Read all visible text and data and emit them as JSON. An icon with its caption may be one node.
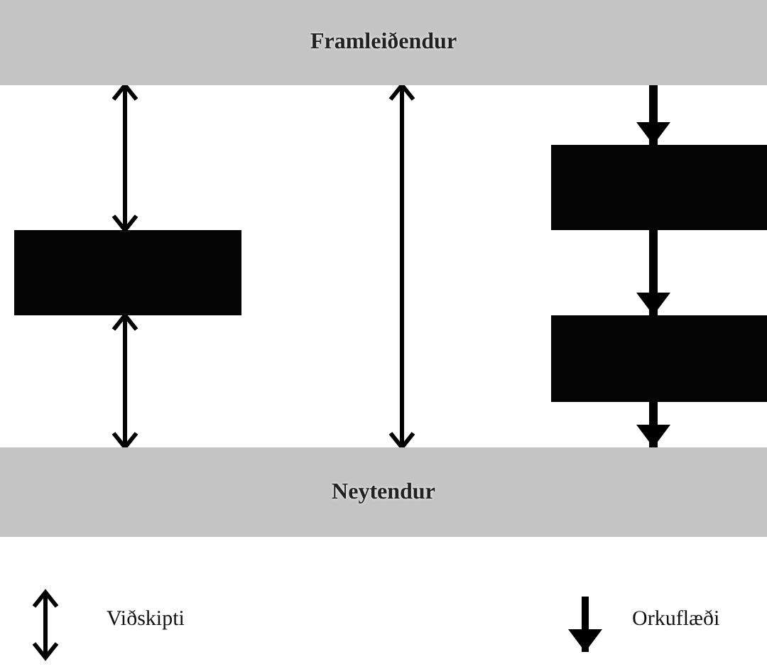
{
  "diagram": {
    "nodes": [
      {
        "text": [
          "Framleiðendur"
        ]
      },
      {
        "text": [],
        "shape": "box"
      },
      {
        "text": [],
        "shape": "box"
      },
      {
        "text": [],
        "shape": "box"
      },
      {
        "text": [
          "Neytendur"
        ]
      }
    ],
    "edges": [
      {
        "from": 0,
        "to": 1,
        "arrow": "both"
      },
      {
        "from": 1,
        "to": 4,
        "arrow": "both"
      },
      {
        "from": 0,
        "to": 4,
        "arrow": "both"
      },
      {
        "from": 0,
        "to": 2,
        "arrow": "to",
        "style": "thick"
      },
      {
        "from": 2,
        "to": 3,
        "arrow": "to",
        "style": "thick"
      },
      {
        "from": 3,
        "to": 4,
        "arrow": "to",
        "style": "thick"
      }
    ],
    "legend": [
      {
        "text": "Viðskipti"
      },
      {
        "text": "Orkuflæði"
      }
    ]
  }
}
